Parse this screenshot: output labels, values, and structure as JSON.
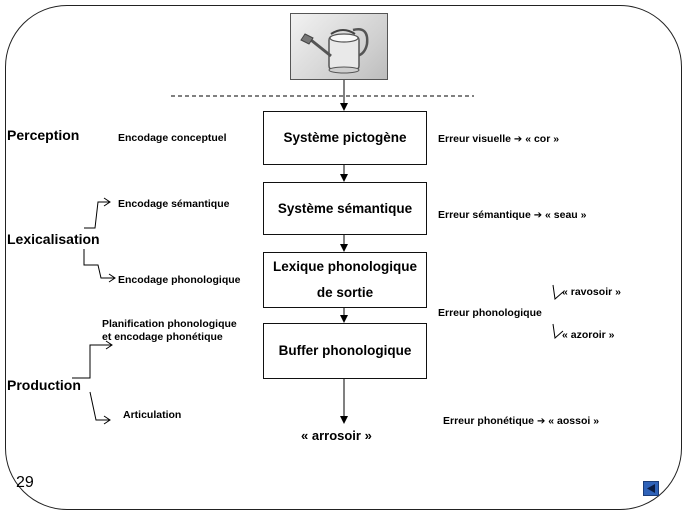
{
  "stages": {
    "perception": "Perception",
    "lexicalisation": "Lexicalisation",
    "production": "Production"
  },
  "processes": {
    "encodage_conceptuel": "Encodage conceptuel",
    "encodage_semantique": "Encodage sémantique",
    "encodage_phonologique": "Encodage phonologique",
    "planification_line1": "Planification phonologique",
    "planification_line2": "et encodage phonétique",
    "articulation": "Articulation"
  },
  "boxes": {
    "pictogene": "Système pictogène",
    "semantique": "Système sémantique",
    "lexique_line1": "Lexique phonologique",
    "lexique_line2": "de sortie",
    "buffer": "Buffer phonologique"
  },
  "output_word": "« arrosoir »",
  "errors": {
    "visuelle_prefix": "Erreur visuelle",
    "visuelle_target": "« cor »",
    "semantique_prefix": "Erreur sémantique",
    "semantique_target": "« seau »",
    "phonologique": "Erreur phonologique",
    "ravosoir": "« ravosoir »",
    "azoroir": "«  azoroir »",
    "phonetique_prefix": "Erreur phonétique",
    "phonetique_target": "« aossoi »",
    "arrow_glyph": "➔"
  },
  "image": {
    "icon": "watering-can-icon"
  },
  "slide_number": "29",
  "nav": {
    "icon": "previous-slide-icon",
    "color": "#2f62b8"
  }
}
